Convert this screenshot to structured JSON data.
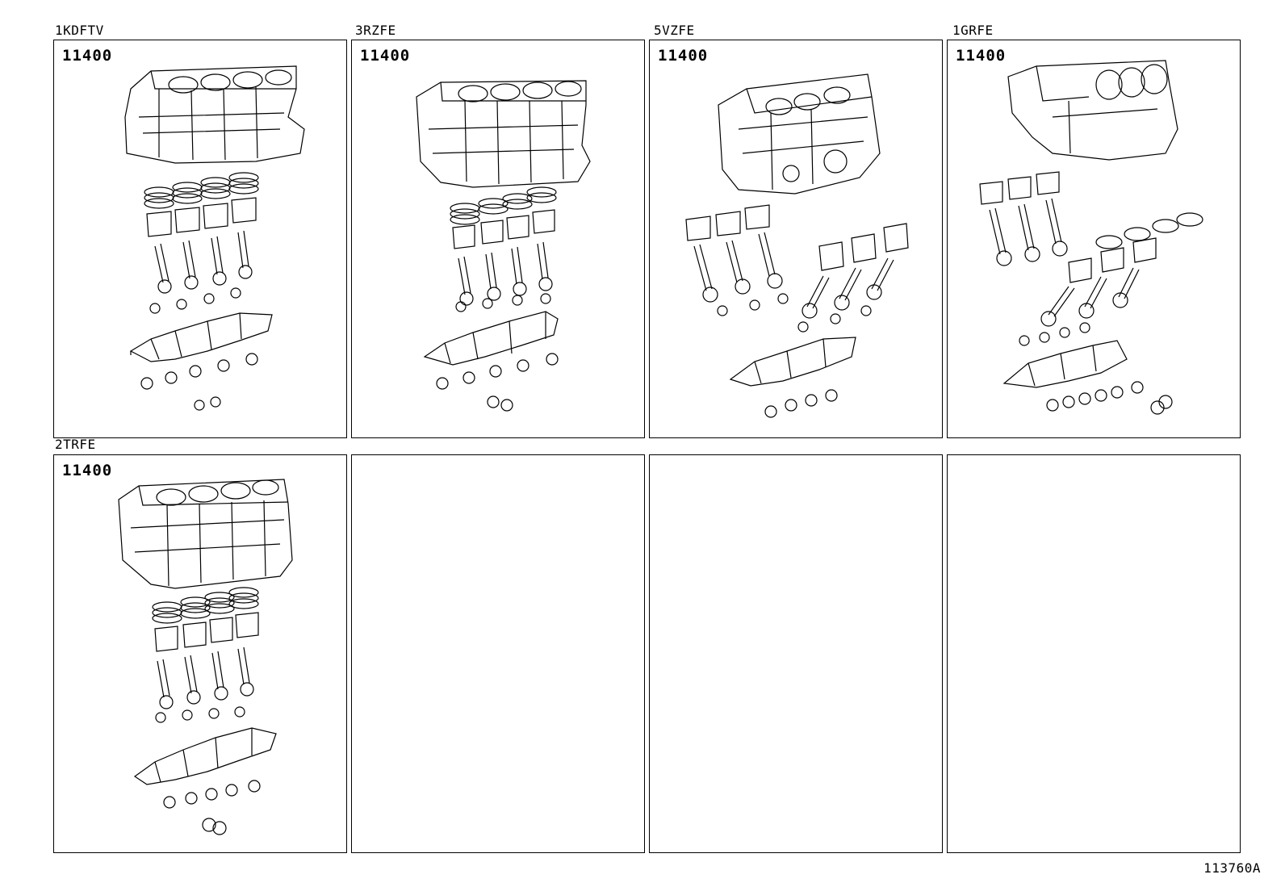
{
  "panels": [
    {
      "engine": "1KDFTV",
      "part_number": "11400"
    },
    {
      "engine": "3RZFE",
      "part_number": "11400"
    },
    {
      "engine": "5VZFE",
      "part_number": "11400"
    },
    {
      "engine": "1GRFE",
      "part_number": "11400"
    },
    {
      "engine": "2TRFE",
      "part_number": "11400"
    },
    {
      "engine": "",
      "part_number": ""
    },
    {
      "engine": "",
      "part_number": ""
    },
    {
      "engine": "",
      "part_number": ""
    }
  ],
  "illustration_code": "113760A"
}
